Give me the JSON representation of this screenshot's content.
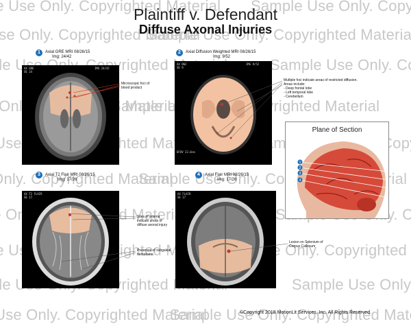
{
  "header": {
    "title": "Plaintiff v. Defendant",
    "subtitle": "Diffuse Axonal Injuries"
  },
  "watermark": {
    "text": "Sample Use Only. Copyrighted Material",
    "color": "#c8c8c8"
  },
  "panels": [
    {
      "badge": "1",
      "caption_line1": "Axial GRE MRI 08/26/15",
      "caption_line2": "Img: 24/42",
      "notes": [
        "Microscopic foci of",
        "blood product"
      ]
    },
    {
      "badge": "2",
      "caption_line1": "Axial Diffusion Weighted MRI 08/26/15",
      "caption_line2": "Img: 9/52",
      "notes": [
        "Multiple foci indicate areas of restricted diffusion.",
        "Areas include:",
        "- Deep frontal lobe",
        "- Left temporal lobe",
        "- Cerebellum"
      ]
    },
    {
      "badge": "3",
      "caption_line1": "Axial T2 Flair MRI 08/26/15",
      "caption_line2": "Img: 17/26",
      "notes": [
        "Sites of edema",
        "indicate areas of",
        "diffuse axonal injury"
      ],
      "notes2": [
        "Presence of subgaleal",
        "hematoma"
      ]
    },
    {
      "badge": "4",
      "caption_line1": "Axial Flair MRI 08/26/15",
      "caption_line2": "Img: 17/26",
      "notes": [
        "Lesion on Splenium of",
        "Corpus Callosum"
      ]
    }
  ],
  "plane_of_section": {
    "title": "Plane of Section",
    "markers": [
      "1",
      "2",
      "3",
      "4"
    ]
  },
  "footer": {
    "copyright": "©Copyright 2018 MotionLit Services, Inc. All Rights Reserved."
  },
  "colors": {
    "badge": "#1f6fb8",
    "brain_tint": "#f3c2a2",
    "lesion": "#c0392b"
  }
}
